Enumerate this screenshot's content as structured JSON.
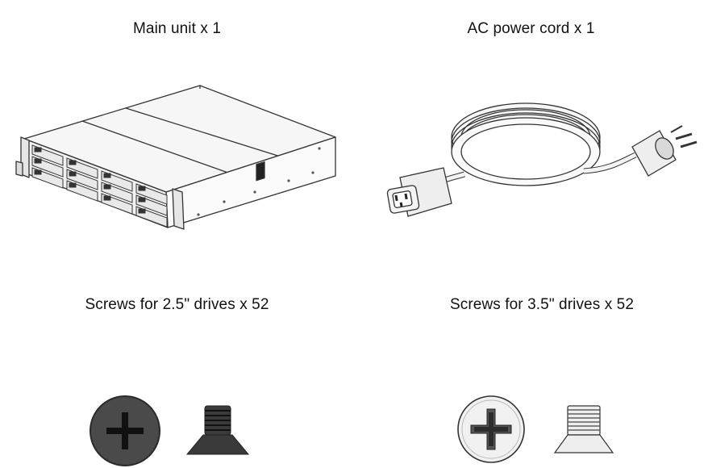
{
  "items": [
    {
      "label": "Main unit x 1",
      "icon": "rackmount-server-unit"
    },
    {
      "label": "AC power cord x 1",
      "icon": "ac-power-cord"
    },
    {
      "label": "Screws for 2.5\" drives x 52",
      "icon": "flat-head-screw-dark"
    },
    {
      "label": "Screws for 3.5\" drives x 52",
      "icon": "flat-head-screw-light"
    }
  ],
  "colors": {
    "outline": "#333333",
    "dark_screw": "#4a4a4a",
    "light_screw": "#eeeeee"
  }
}
